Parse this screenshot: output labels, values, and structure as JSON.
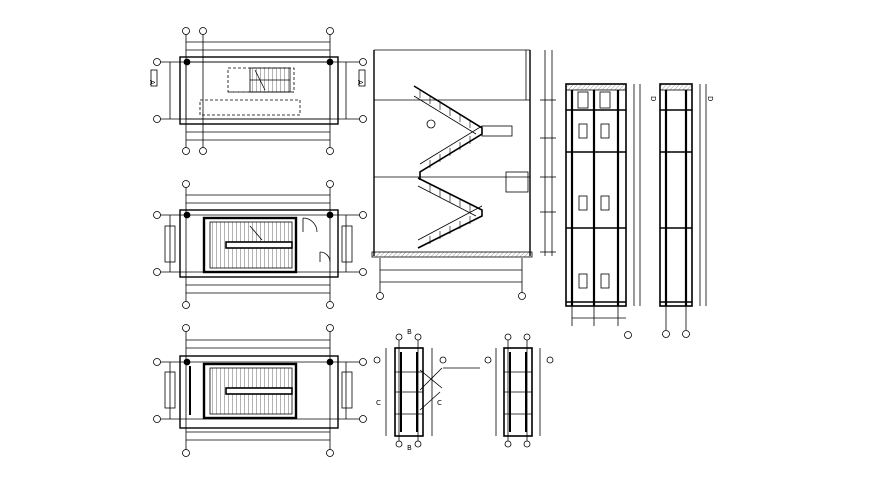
{
  "drawing": {
    "labels": {
      "section_a_left": "A",
      "section_a_right": "A",
      "section_b_top": "B",
      "section_b_bottom": "B",
      "section_c_left": "C",
      "section_c_right": "C",
      "section_d_left": "D",
      "section_d_right": "D"
    },
    "colors": {
      "ink": "#000000",
      "paper": "#ffffff",
      "hatch": "#555555"
    },
    "sheet_items": [
      "plan-top",
      "plan-middle",
      "plan-bottom",
      "stair-section",
      "facade-front",
      "facade-side",
      "detail-plan-left",
      "detail-plan-right"
    ]
  }
}
